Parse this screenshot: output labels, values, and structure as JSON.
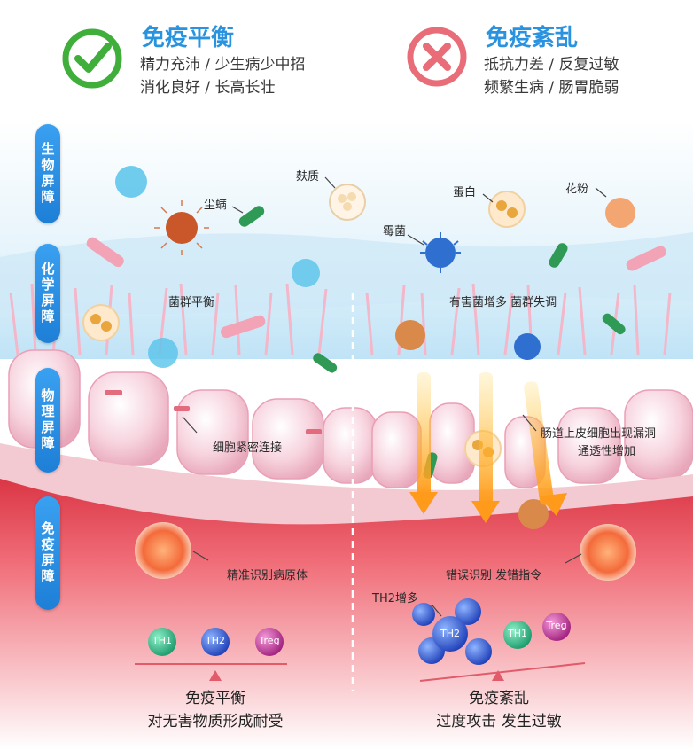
{
  "header": {
    "left": {
      "title": "免疫平衡",
      "line1": "精力充沛 / 少生病少中招",
      "line2": "消化良好 / 长高长壮"
    },
    "right": {
      "title": "免疫紊乱",
      "line1": "抵抗力差 / 反复过敏",
      "line2": "频繁生病 / 肠胃脆弱"
    }
  },
  "barriers": [
    "生物屏障",
    "化学屏障",
    "物理屏障",
    "免疫屏障"
  ],
  "labels": {
    "dust_mite": "尘螨",
    "bran": "麸质",
    "protein": "蛋白",
    "pollen": "花粉",
    "mold": "霉菌",
    "flora_balance": "菌群平衡",
    "flora_imbalance": "有害菌增多  菌群失调",
    "tight_junction": "细胞紧密连接",
    "leak_line1": "肠道上皮细胞出现漏洞",
    "leak_line2": "通透性增加",
    "precise": "精准识别病原体",
    "misrecognize": "错误识别  发错指令",
    "th2_up": "TH2增多"
  },
  "cells": {
    "th1": "TH1",
    "th2": "TH2",
    "treg": "Treg"
  },
  "footer": {
    "left": {
      "line1": "免疫平衡",
      "line2": "对无害物质形成耐受"
    },
    "right": {
      "line1": "免疫紊乱",
      "line2": "过度攻击  发生过敏"
    }
  },
  "colors": {
    "check_green": "#3fae3a",
    "cross_red": "#e86d78",
    "title_blue": "#2a93e0",
    "pill_blue": "#2585dd",
    "th1": "#2dba8a",
    "th2": "#2f5fd0",
    "treg": "#c03aa0"
  }
}
